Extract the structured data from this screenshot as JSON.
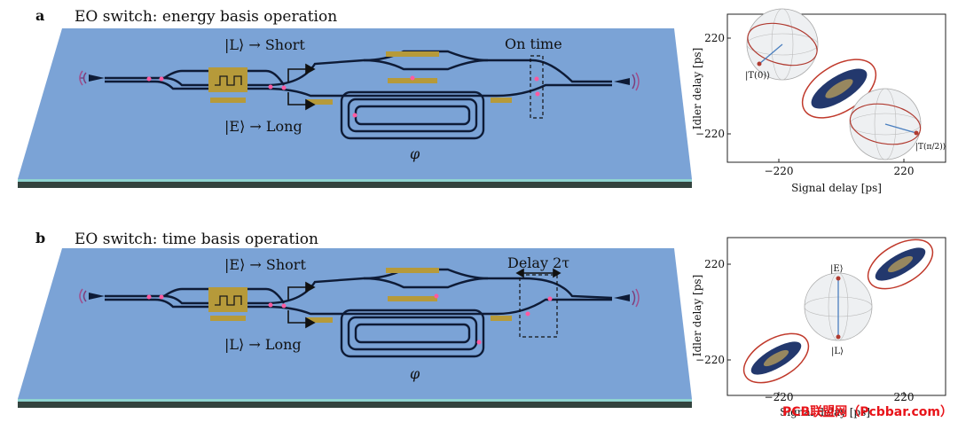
{
  "panels": [
    {
      "letter": "a",
      "title": "EO switch: energy basis operation",
      "upper_label": "|L⟩ → Short",
      "lower_label": "|E⟩ → Long",
      "window_label": "On time",
      "phase_label": "φ",
      "plot": {
        "xlabel": "Signal delay [ps]",
        "ylabel": "Idler delay [ps]",
        "xticks": [
          "−220",
          "220"
        ],
        "yticks": [
          "220",
          "−220"
        ],
        "sphere_labels": [
          "|T(0)⟩",
          "|T(π/2)⟩"
        ]
      }
    },
    {
      "letter": "b",
      "title": "EO switch: time basis operation",
      "upper_label": "|E⟩ → Short",
      "lower_label": "|L⟩ → Long",
      "window_label": "Delay 2τ",
      "phase_label": "φ",
      "plot": {
        "xlabel": "Signal delay [ps]",
        "ylabel": "Idler delay [ps]",
        "xticks": [
          "−220",
          "220"
        ],
        "yticks": [
          "220",
          "−220"
        ],
        "sphere_labels": [
          "|E⟩",
          "|L⟩"
        ]
      }
    }
  ],
  "watermark": "PCB联盟网（Pcbbar.com）",
  "colors": {
    "chip": "#7ba3d6",
    "waveguide": "#0e1b36",
    "gold": "#b69a3a",
    "ellipse": "#c0392b"
  }
}
